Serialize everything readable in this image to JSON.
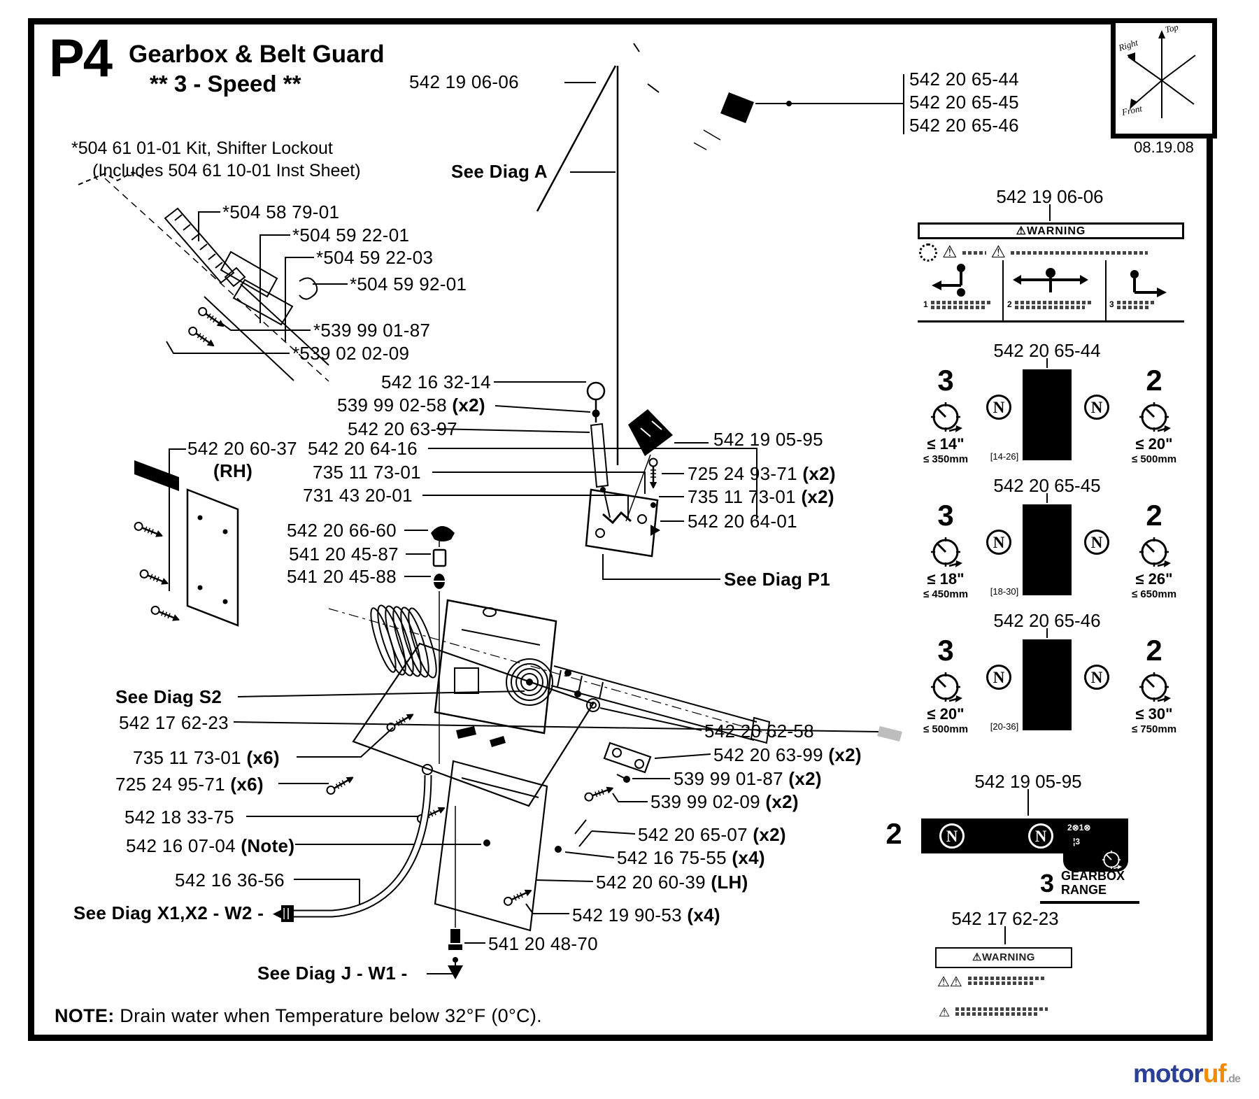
{
  "header": {
    "code": "P4",
    "title": "Gearbox & Belt Guard",
    "subtitle": "** 3 - Speed **",
    "kit1": "*504 61 01-01 Kit, Shifter Lockout",
    "kit2": "(Includes 504 61 10-01 Inst Sheet)"
  },
  "compass": {
    "top": "Top",
    "right": "Right",
    "front": "Front",
    "date": "08.19.08"
  },
  "note": {
    "label": "NOTE:",
    "text": " Drain water when Temperature below 32°F (0°C)."
  },
  "watermark": {
    "motor": "motor",
    "uf": "uf",
    "de": ".de"
  },
  "callouts": [
    {
      "text": "542 19 06-06",
      "qty": ""
    },
    {
      "text": "See Diag A",
      "qty": ""
    },
    {
      "text": "*504 58 79-01",
      "qty": ""
    },
    {
      "text": "*504 59 22-01",
      "qty": ""
    },
    {
      "text": "*504 59 22-03",
      "qty": ""
    },
    {
      "text": "*504 59 92-01",
      "qty": ""
    },
    {
      "text": "*539 99 01-87",
      "qty": ""
    },
    {
      "text": "*539 02 02-09",
      "qty": ""
    },
    {
      "text": "542 16 32-14",
      "qty": ""
    },
    {
      "text": "539 99 02-58",
      "qty": " (x2)"
    },
    {
      "text": "542 20 63-97",
      "qty": ""
    },
    {
      "text": "542 19 05-95",
      "qty": ""
    },
    {
      "text": "542 20 60-37",
      "qty": ""
    },
    {
      "text": "(RH)",
      "qty": ""
    },
    {
      "text": "542 20 64-16",
      "qty": ""
    },
    {
      "text": "735 11 73-01",
      "qty": ""
    },
    {
      "text": "731 43 20-01",
      "qty": ""
    },
    {
      "text": "725 24 93-71",
      "qty": " (x2)"
    },
    {
      "text": "735 11 73-01",
      "qty": " (x2)"
    },
    {
      "text": "542 20 64-01",
      "qty": ""
    },
    {
      "text": "542 20 66-60",
      "qty": ""
    },
    {
      "text": "541 20 45-87",
      "qty": ""
    },
    {
      "text": "541 20 45-88",
      "qty": ""
    },
    {
      "text": "See Diag P1",
      "qty": ""
    },
    {
      "text": "See Diag S2",
      "qty": ""
    },
    {
      "text": "542 17 62-23",
      "qty": ""
    },
    {
      "text": "735 11 73-01",
      "qty": " (x6)"
    },
    {
      "text": "725 24 95-71",
      "qty": " (x6)"
    },
    {
      "text": "542 18 33-75",
      "qty": ""
    },
    {
      "text": "542 16 07-04",
      "qty": " (Note)"
    },
    {
      "text": "542 16 36-56",
      "qty": ""
    },
    {
      "text": "See Diag X1,X2 - W2 - ◄",
      "qty": ""
    },
    {
      "text": "541 20 48-70",
      "qty": ""
    },
    {
      "text": "See Diag J - W1 -",
      "qty": ""
    },
    {
      "text": "542 20 62-58",
      "qty": ""
    },
    {
      "text": "542 20 63-99",
      "qty": " (x2)"
    },
    {
      "text": "539 99 01-87",
      "qty": " (x2)"
    },
    {
      "text": "539 99 02-09",
      "qty": " (x2)"
    },
    {
      "text": "542 20 65-07",
      "qty": " (x2)"
    },
    {
      "text": "542 16 75-55",
      "qty": " (x4)"
    },
    {
      "text": "542 20 60-39",
      "qty": " (LH)"
    },
    {
      "text": "542 19 90-53",
      "qty": " (x4)"
    },
    {
      "text": "542 20 65-44",
      "qty": ""
    },
    {
      "text": "542 20 65-45",
      "qty": ""
    },
    {
      "text": "542 20 65-46",
      "qty": ""
    }
  ],
  "warning_decal": {
    "part": "542 19 06-06",
    "title": "⚠WARNING",
    "tri": "⚠",
    "sections": [
      "1",
      "2",
      "3"
    ]
  },
  "decal_rows": [
    {
      "part": "542 20 65-44",
      "left_num": "3",
      "left_in": "≤ 14\"",
      "left_mm": "≤ 350mm",
      "n": "N",
      "bracket": "[14-26]",
      "right_num": "2",
      "right_in": "≤ 20\"",
      "right_mm": "≤ 500mm"
    },
    {
      "part": "542 20 65-45",
      "left_num": "3",
      "left_in": "≤ 18\"",
      "left_mm": "≤ 450mm",
      "n": "N",
      "bracket": "[18-30]",
      "right_num": "2",
      "right_in": "≤ 26\"",
      "right_mm": "≤ 650mm"
    },
    {
      "part": "542 20 65-46",
      "left_num": "3",
      "left_in": "≤ 20\"",
      "left_mm": "≤ 500mm",
      "n": "N",
      "bracket": "[20-36]",
      "right_num": "2",
      "right_in": "≤ 30\"",
      "right_mm": "≤ 750mm"
    }
  ],
  "shift_decal": {
    "part": "542 19 05-95",
    "gear": "2",
    "tab_line1": "2⊗1⊗",
    "tab_line2": "¦3",
    "range_num": "3",
    "range_line1": "GEARBOX",
    "range_line2": "RANGE"
  },
  "warn_small": {
    "part": "542 17 62-23",
    "title": "⚠WARNING",
    "tri2": "⚠⚠",
    "tri1": "⚠"
  }
}
